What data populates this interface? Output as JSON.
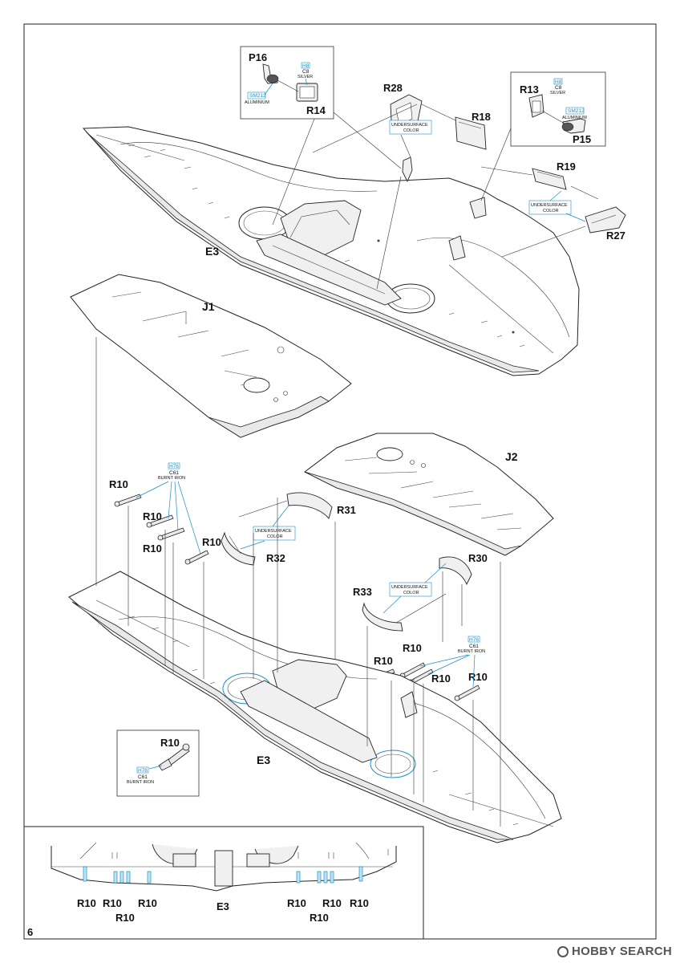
{
  "page_number": "6",
  "watermark": "HOBBY SEARCH",
  "parts": {
    "P16": "P16",
    "R14": "R14",
    "R28": "R28",
    "R18": "R18",
    "R13": "R13",
    "P15": "P15",
    "R19": "R19",
    "R27": "R27",
    "E3": "E3",
    "J1": "J1",
    "J2": "J2",
    "R10": "R10",
    "R31": "R31",
    "R32": "R32",
    "R30": "R30",
    "R33": "R33"
  },
  "colors": {
    "h8": "H8",
    "c8": "C8",
    "silver": "SILVER",
    "sm212": "SM212",
    "aluminium": "ALUMINIUM",
    "h76": "H76",
    "c61": "C61",
    "burnt_iron": "BURNT IRON",
    "undersurface": "UNDERSURFACE",
    "color_word": "COLOR"
  },
  "accent_color": "#1a8fc8"
}
